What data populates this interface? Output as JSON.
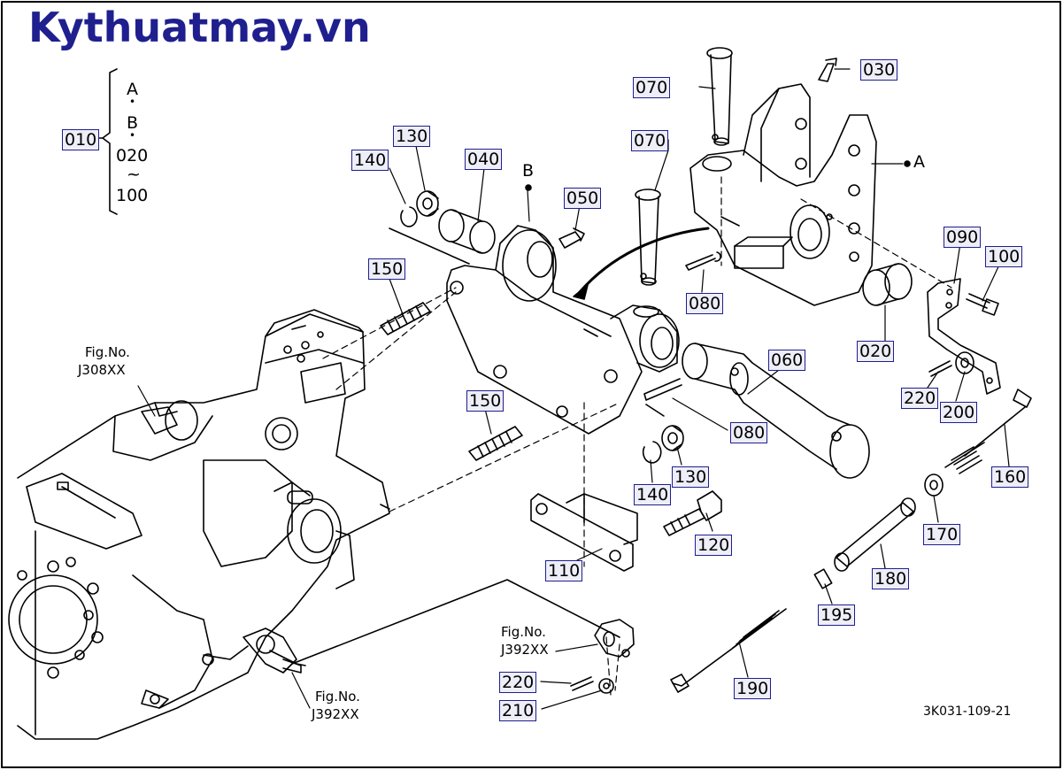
{
  "brand": "Kythuatmay.vn",
  "bracket": {
    "part": "010",
    "lines": [
      "A",
      "•",
      "B",
      "•",
      "020",
      "~",
      "100"
    ]
  },
  "letters": {
    "a": "A",
    "b": "B"
  },
  "parts": {
    "p030": "030",
    "p070a": "070",
    "p070b": "070",
    "p140a": "140",
    "p130a": "130",
    "p040": "040",
    "p050": "050",
    "p080a": "080",
    "p020": "020",
    "p090": "090",
    "p100": "100",
    "p150a": "150",
    "p060": "060",
    "p220a": "220",
    "p200": "200",
    "p150b": "150",
    "p080b": "080",
    "p160": "160",
    "p140b": "140",
    "p130b": "130",
    "p120": "120",
    "p170": "170",
    "p110": "110",
    "p180": "180",
    "p195": "195",
    "p220b": "220",
    "p190": "190",
    "p210": "210"
  },
  "figrefs": {
    "j308": [
      "Fig.No.",
      "J308XX"
    ],
    "j392a": [
      "Fig.No.",
      "J392XX"
    ],
    "j392b": [
      "Fig.No.",
      "J392XX"
    ]
  },
  "drawing_code": "3K031-109-21"
}
